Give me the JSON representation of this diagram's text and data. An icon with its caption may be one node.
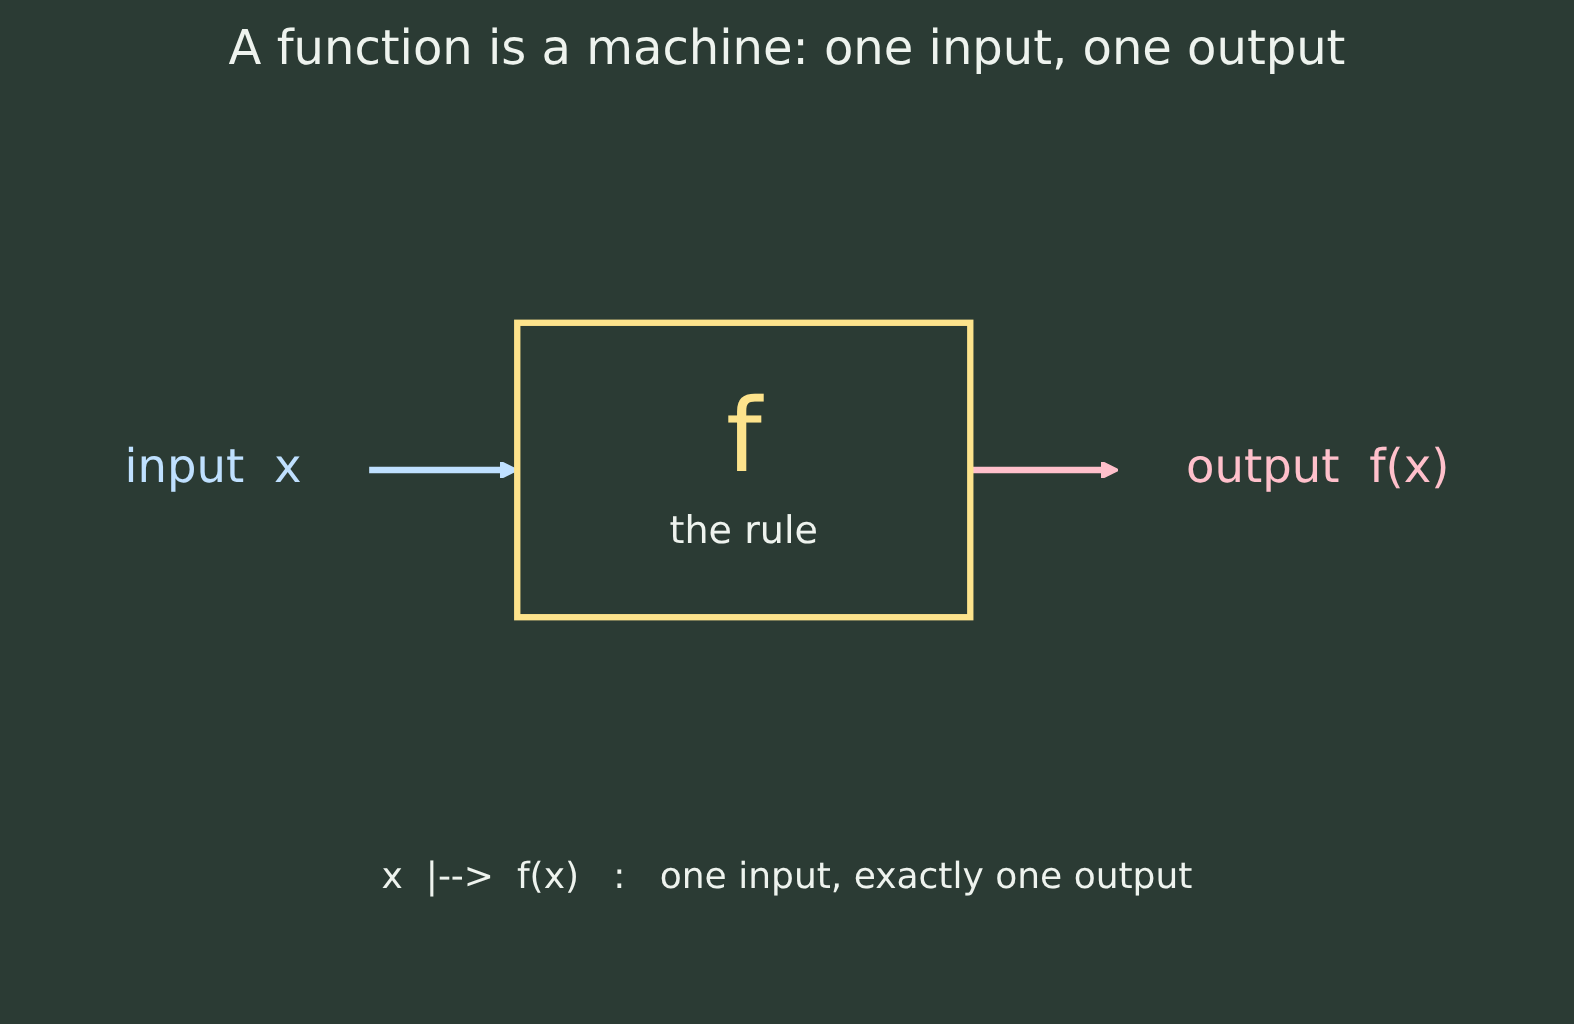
{
  "diagram": {
    "title": "A function is a machine: one input, one output",
    "nodes": [
      {
        "text": [
          "input  x"
        ]
      },
      {
        "text": [
          "f",
          "the rule"
        ]
      },
      {
        "text": [
          "output  f(x)"
        ]
      }
    ],
    "edges": [
      {
        "from": 0,
        "to": 1,
        "arrow": "to",
        "color": "#bfe0ff"
      },
      {
        "from": 1,
        "to": 2,
        "arrow": "to",
        "color": "#ffc0cb"
      }
    ],
    "labels": [
      "x  |-->  f(x)   :   one input, exactly one output"
    ]
  }
}
